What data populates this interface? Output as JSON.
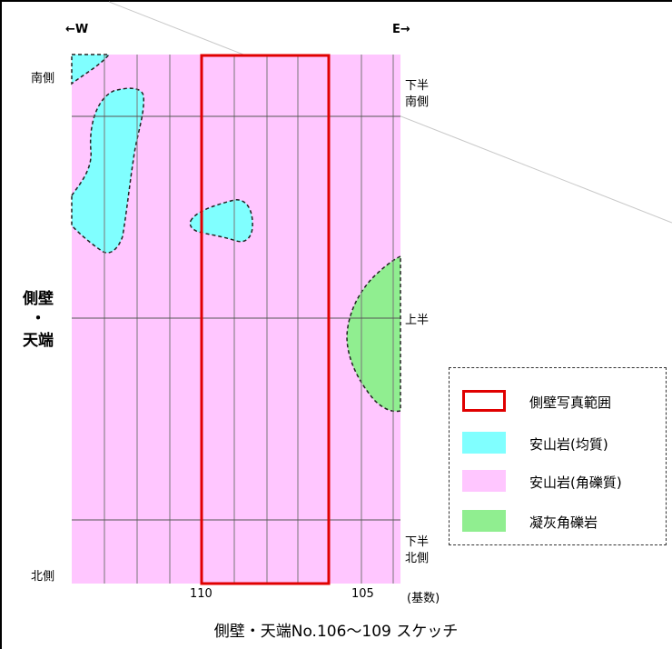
{
  "labels": {
    "west": "←W",
    "east": "E→",
    "south_side": "南側",
    "north_side": "北側",
    "lower_half_south": [
      "下半",
      "南側"
    ],
    "upper_half": "上半",
    "lower_half_north": [
      "下半",
      "北側"
    ],
    "side_wall_crown": [
      "側壁",
      "・",
      "天端"
    ],
    "ring_110": "110",
    "ring_105": "105",
    "unit": "(基数)"
  },
  "legend": {
    "items": [
      {
        "label": "側壁写真範囲",
        "color": "#e00000",
        "style": "outline"
      },
      {
        "label": "安山岩(均質)",
        "color": "#80ffff",
        "style": "fill"
      },
      {
        "label": "安山岩(角礫質)",
        "color": "#ffc6ff",
        "style": "fill"
      },
      {
        "label": "凝灰角礫岩",
        "color": "#90ee90",
        "style": "fill"
      }
    ]
  },
  "caption": "側壁・天端No.106〜109 スケッチ"
}
